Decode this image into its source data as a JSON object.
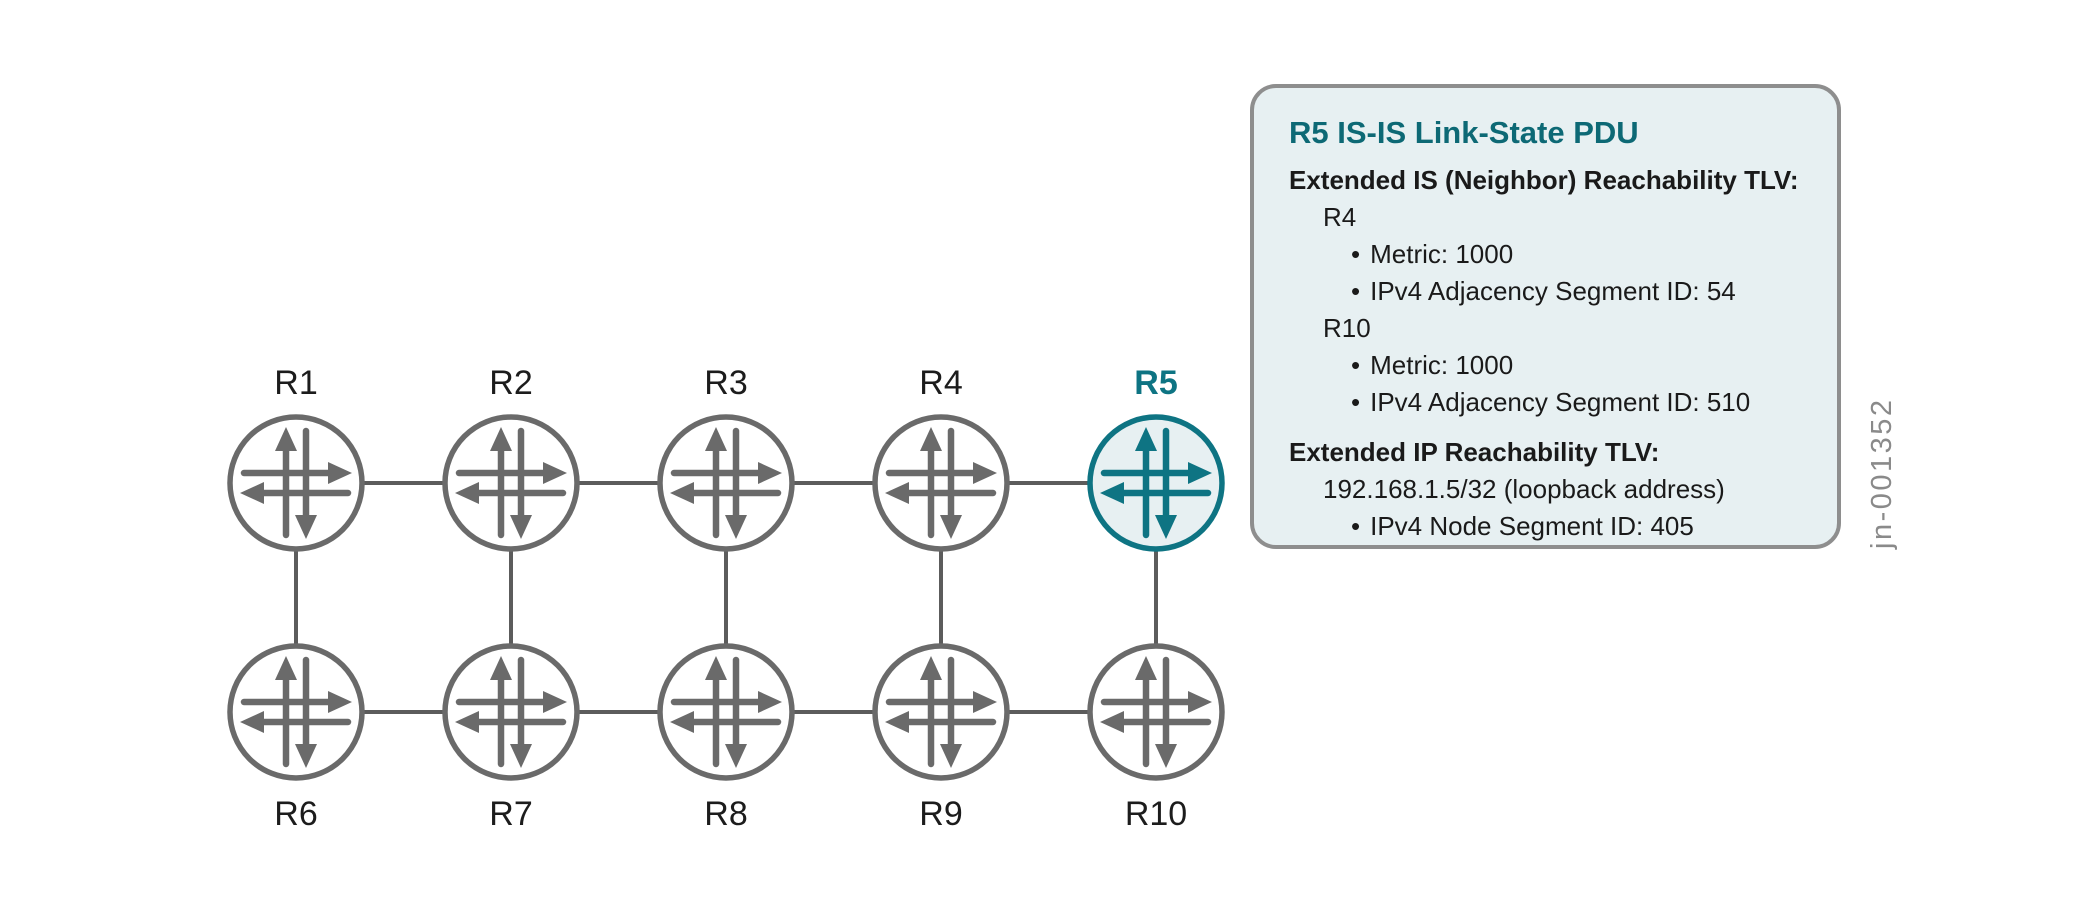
{
  "figure": {
    "id_label": "jn-001352"
  },
  "colors": {
    "teal": "#0e7483",
    "title_teal": "#0d6975",
    "node_gray": "#6a6a6a",
    "link_gray": "#5c5c5c",
    "label_black": "#1c1c1c",
    "node_fill": "#ffffff",
    "highlight_fill": "#e7f0f2",
    "box_fill": "#e7f0f2",
    "box_border": "#8e8e8e",
    "text_black": "#1a1a1a",
    "figure_id_gray": "#8a8a8a"
  },
  "topology": {
    "routers": [
      {
        "id": "R1",
        "label": "R1",
        "col": 0,
        "row": 0,
        "highlight": false
      },
      {
        "id": "R2",
        "label": "R2",
        "col": 1,
        "row": 0,
        "highlight": false
      },
      {
        "id": "R3",
        "label": "R3",
        "col": 2,
        "row": 0,
        "highlight": false
      },
      {
        "id": "R4",
        "label": "R4",
        "col": 3,
        "row": 0,
        "highlight": false
      },
      {
        "id": "R5",
        "label": "R5",
        "col": 4,
        "row": 0,
        "highlight": true
      },
      {
        "id": "R6",
        "label": "R6",
        "col": 0,
        "row": 1,
        "highlight": false
      },
      {
        "id": "R7",
        "label": "R7",
        "col": 1,
        "row": 1,
        "highlight": false
      },
      {
        "id": "R8",
        "label": "R8",
        "col": 2,
        "row": 1,
        "highlight": false
      },
      {
        "id": "R9",
        "label": "R9",
        "col": 3,
        "row": 1,
        "highlight": false
      },
      {
        "id": "R10",
        "label": "R10",
        "col": 4,
        "row": 1,
        "highlight": false
      }
    ],
    "links": [
      [
        "R1",
        "R2"
      ],
      [
        "R2",
        "R3"
      ],
      [
        "R3",
        "R4"
      ],
      [
        "R4",
        "R5"
      ],
      [
        "R6",
        "R7"
      ],
      [
        "R7",
        "R8"
      ],
      [
        "R8",
        "R9"
      ],
      [
        "R9",
        "R10"
      ],
      [
        "R1",
        "R6"
      ],
      [
        "R2",
        "R7"
      ],
      [
        "R3",
        "R8"
      ],
      [
        "R4",
        "R9"
      ],
      [
        "R5",
        "R10"
      ]
    ]
  },
  "pdu_box": {
    "title": "R5 IS-IS Link-State PDU",
    "bullet_glyph": "•",
    "sections": [
      {
        "heading": "Extended IS (Neighbor) Reachability TLV:",
        "entries": [
          {
            "name": "R4",
            "bullets": [
              "Metric: 1000",
              "IPv4 Adjacency Segment ID: 54"
            ]
          },
          {
            "name": "R10",
            "bullets": [
              "Metric: 1000",
              "IPv4 Adjacency Segment ID: 510"
            ]
          }
        ]
      },
      {
        "heading": "Extended IP Reachability TLV:",
        "entries": [
          {
            "name": "192.168.1.5/32 (loopback address)",
            "bullets": [
              "IPv4 Node Segment ID: 405"
            ]
          }
        ]
      }
    ]
  }
}
